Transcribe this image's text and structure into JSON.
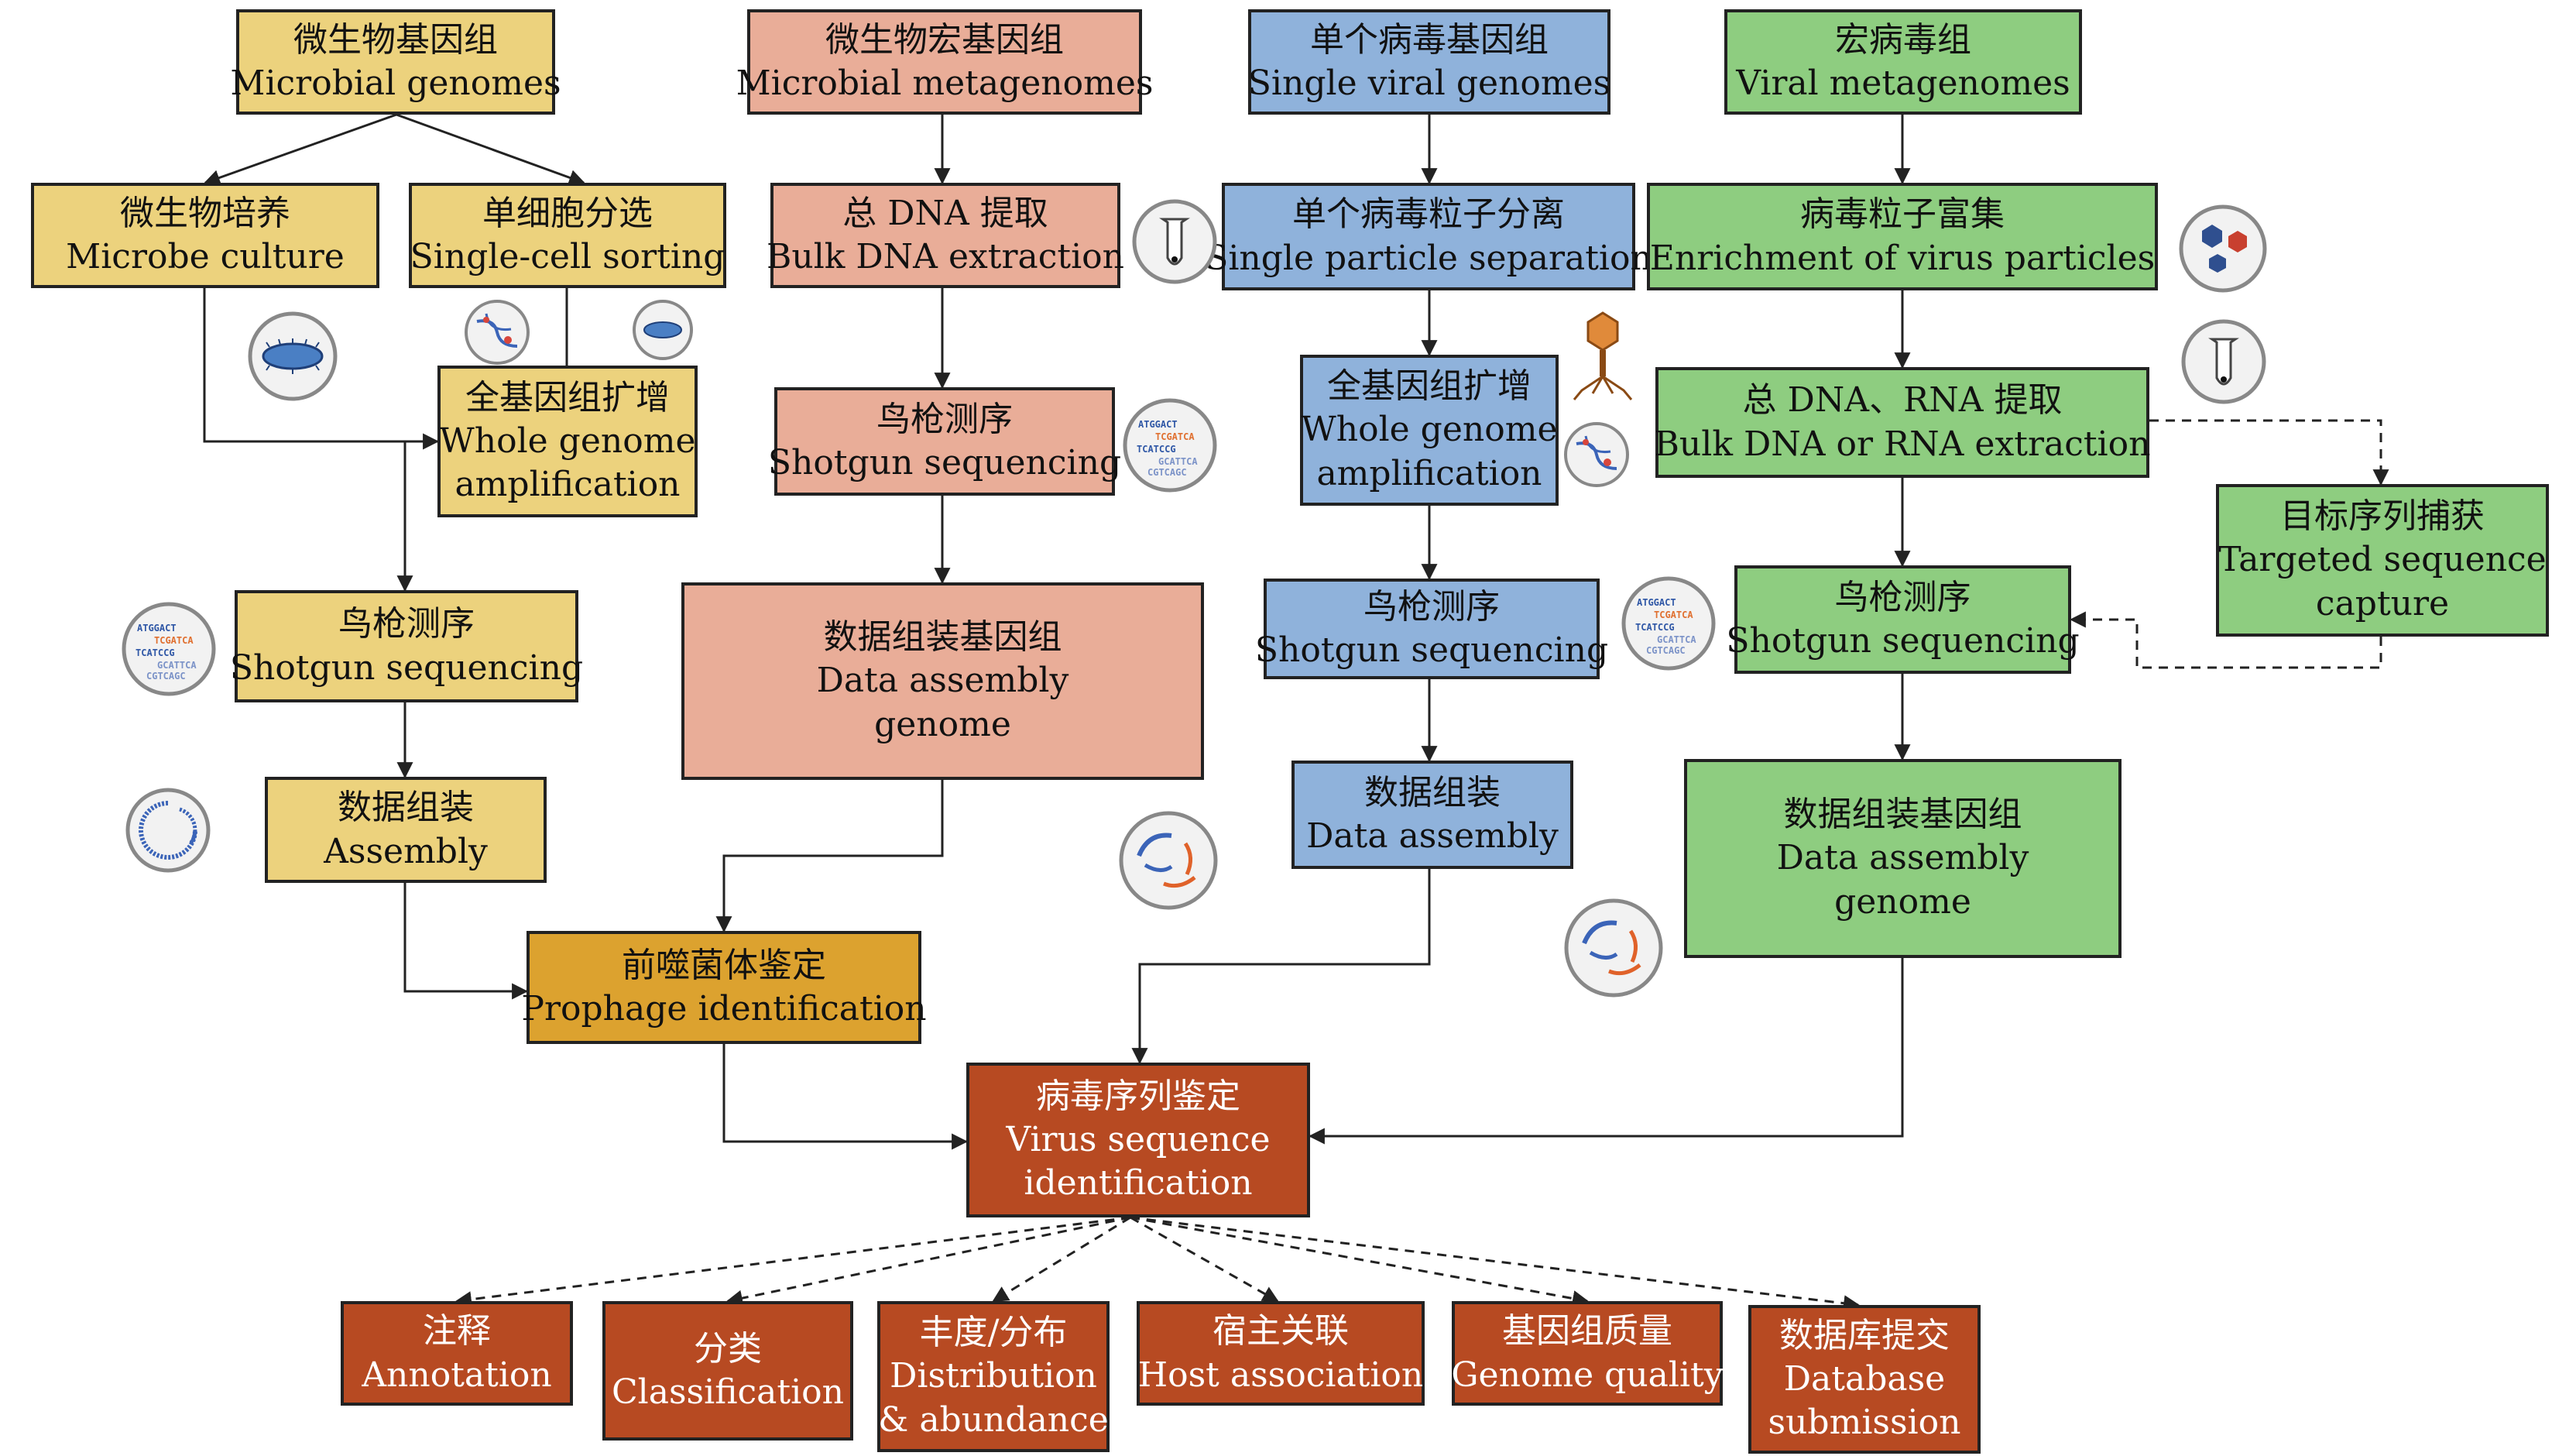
{
  "columns": {
    "microbial_genomes": {
      "title": {
        "zh": "微生物基因组",
        "en": "Microbial genomes"
      },
      "culture": {
        "zh": "微生物培养",
        "en": "Microbe culture"
      },
      "sorting": {
        "zh": "单细胞分选",
        "en": "Single-cell sorting"
      },
      "wga": {
        "zh": "全基因组扩增",
        "en1": "Whole genome",
        "en2": "amplification"
      },
      "shotgun": {
        "zh": "鸟枪测序",
        "en": "Shotgun sequencing"
      },
      "assembly": {
        "zh": "数据组装",
        "en": "Assembly"
      }
    },
    "microbial_metagenomes": {
      "title": {
        "zh": "微生物宏基因组",
        "en": "Microbial metagenomes"
      },
      "extraction": {
        "zh": "总 DNA 提取",
        "en": "Bulk DNA extraction"
      },
      "shotgun": {
        "zh": "鸟枪测序",
        "en": "Shotgun sequencing"
      },
      "assembly": {
        "zh": "数据组装基因组",
        "en1": "Data assembly",
        "en2": "genome"
      }
    },
    "single_viral_genomes": {
      "title": {
        "zh": "单个病毒基因组",
        "en": "Single viral genomes"
      },
      "separation": {
        "zh": "单个病毒粒子分离",
        "en": "Single particle separation"
      },
      "wga": {
        "zh": "全基因组扩增",
        "en1": "Whole genome",
        "en2": "amplification"
      },
      "shotgun": {
        "zh": "鸟枪测序",
        "en": "Shotgun sequencing"
      },
      "assembly": {
        "zh": "数据组装",
        "en": "Data assembly"
      }
    },
    "viral_metagenomes": {
      "title": {
        "zh": "宏病毒组",
        "en": "Viral metagenomes"
      },
      "enrichment": {
        "zh": "病毒粒子富集",
        "en": "Enrichment of virus particles"
      },
      "extraction": {
        "zh": "总 DNA、RNA 提取",
        "en": "Bulk DNA or RNA extraction"
      },
      "capture": {
        "zh": "目标序列捕获",
        "en1": "Targeted sequence",
        "en2": "capture"
      },
      "shotgun": {
        "zh": "鸟枪测序",
        "en": "Shotgun sequencing"
      },
      "assembly": {
        "zh": "数据组装基因组",
        "en1": "Data assembly",
        "en2": "genome"
      }
    }
  },
  "prophage": {
    "zh": "前噬菌体鉴定",
    "en": "Prophage identification"
  },
  "virus_id": {
    "zh": "病毒序列鉴定",
    "en1": "Virus sequence",
    "en2": "identification"
  },
  "outputs": {
    "annotation": {
      "zh": "注释",
      "en": "Annotation"
    },
    "classification": {
      "zh": "分类",
      "en": "Classification"
    },
    "distribution": {
      "zh": "丰度/分布",
      "en1": "Distribution",
      "en2": "& abundance"
    },
    "host": {
      "zh": "宿主关联",
      "en": "Host association"
    },
    "quality": {
      "zh": "基因组质量",
      "en": "Genome quality"
    },
    "database": {
      "zh": "数据库提交",
      "en1": "Database",
      "en2": "submission"
    }
  },
  "seq_icon_text": [
    "ATGGACT",
    "TCGATCA",
    "TCATCCG",
    "GCATTCA",
    "CGTCAGC"
  ],
  "colors": {
    "microbial_genomes": "#ecd27d",
    "microbial_metagenomes": "#e9ad98",
    "single_viral_genomes": "#8fb2db",
    "viral_metagenomes": "#8ecd80",
    "prophage": "#dca22f",
    "virus_id": "#b74a22"
  },
  "icons": [
    "bacterium-icon",
    "single-cell-icon",
    "test-tube-icon",
    "dna-sequence-icon",
    "contig-icon",
    "phage-icon",
    "virus-particles-icon"
  ]
}
